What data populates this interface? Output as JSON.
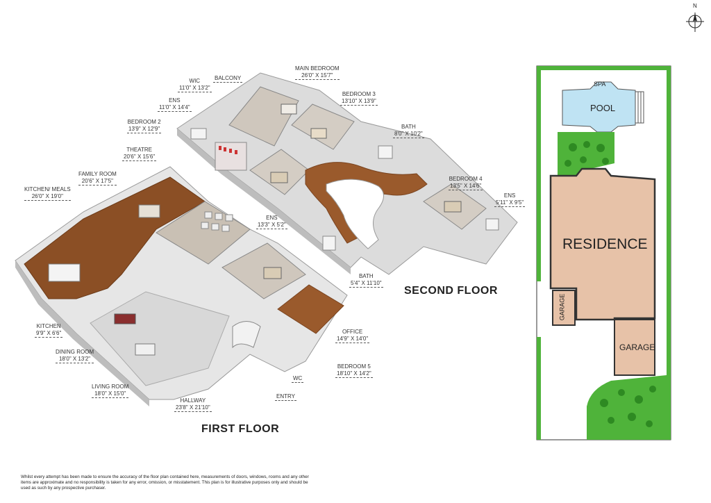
{
  "compass": {
    "label": "N",
    "icon": "compass-rose-icon"
  },
  "first_floor": {
    "title": "FIRST FLOOR",
    "rooms": [
      {
        "id": "kitchen-meals",
        "name": "KITCHEN/ MEALS",
        "dims": "26'0\" x 19'0\""
      },
      {
        "id": "family-room",
        "name": "FAMILY ROOM",
        "dims": "20'6\" x 17'5\""
      },
      {
        "id": "theatre",
        "name": "THEATRE",
        "dims": "20'6\" x 15'6\""
      },
      {
        "id": "ens-1",
        "name": "ENS",
        "dims": "13'3\" x 5'2\""
      },
      {
        "id": "kitchen",
        "name": "KITCHEN",
        "dims": "9'9\" x 6'6\""
      },
      {
        "id": "dining-room",
        "name": "DINING ROOM",
        "dims": "18'0\" x 13'2\""
      },
      {
        "id": "living-room",
        "name": "LIVING ROOM",
        "dims": "18'0\" x 15'0\""
      },
      {
        "id": "hallway",
        "name": "HALLWAY",
        "dims": "23'8\" x 21'10\""
      },
      {
        "id": "office",
        "name": "OFFICE",
        "dims": "14'9\" x 14'0\""
      },
      {
        "id": "bedroom-5",
        "name": "BEDROOM 5",
        "dims": "18'10\" x 14'2\""
      },
      {
        "id": "wc",
        "name": "WC",
        "dims": ""
      },
      {
        "id": "entry",
        "name": "ENTRY",
        "dims": ""
      }
    ]
  },
  "second_floor": {
    "title": "SECOND FLOOR",
    "rooms": [
      {
        "id": "wic",
        "name": "WIC",
        "dims": "11'0\" x 13'2\""
      },
      {
        "id": "balcony",
        "name": "BALCONY",
        "dims": ""
      },
      {
        "id": "main-bedroom",
        "name": "MAIN BEDROOM",
        "dims": "26'0\" x 15'7\""
      },
      {
        "id": "ens-2",
        "name": "ENS",
        "dims": "11'0\" x 14'4\""
      },
      {
        "id": "bedroom-3",
        "name": "BEDROOM 3",
        "dims": "13'10\" x 13'9\""
      },
      {
        "id": "bedroom-2",
        "name": "BEDROOM 2",
        "dims": "13'9\" x 12'9\""
      },
      {
        "id": "bath-1",
        "name": "BATH",
        "dims": "8'0\" x 10'2\""
      },
      {
        "id": "bedroom-4",
        "name": "BEDROOM 4",
        "dims": "13'5\" x 14'6\""
      },
      {
        "id": "ens-3",
        "name": "ENS",
        "dims": "5'11\" x 9'5\""
      },
      {
        "id": "bath-2",
        "name": "BATH",
        "dims": "5'4\" x 11'10\""
      }
    ]
  },
  "site_plan": {
    "spa": "SPA",
    "pool": "POOL",
    "residence": "RESIDENCE",
    "garage_small": "GARAGE",
    "garage_large": "GARAGE",
    "colors": {
      "lawn": "#4fb33a",
      "pool": "#bfe3f3",
      "residence": "#e7c2a8",
      "outline": "#333333"
    }
  },
  "disclaimer": "Whilst every attempt has been made to ensure the accuracy of the floor plan contained here, measurements of doors, windows, rooms and any other items are approximate and no responsibility is taken for any error, omission, or misstatement. This plan is for illustrative purposes only and should be used as such by any prospective purchaser."
}
